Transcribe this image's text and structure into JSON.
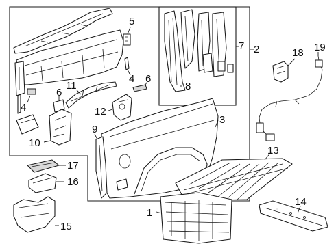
{
  "callouts": {
    "c1": "1",
    "c2": "2",
    "c3": "3",
    "c4a": "4",
    "c4b": "4",
    "c5": "5",
    "c6a": "6",
    "c6b": "6",
    "c7": "7",
    "c8": "8",
    "c9": "9",
    "c10": "10",
    "c11": "11",
    "c12": "12",
    "c13": "13",
    "c14": "14",
    "c15": "15",
    "c16": "16",
    "c17": "17",
    "c18": "18",
    "c19": "19"
  }
}
